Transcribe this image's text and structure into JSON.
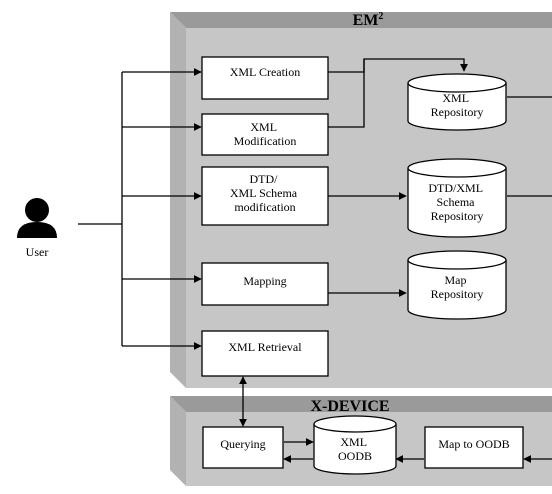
{
  "panels": {
    "em2": {
      "title": "EM",
      "title_sup": "2"
    },
    "xdevice": {
      "title": "X-DEVICE"
    }
  },
  "actor": {
    "label": "User"
  },
  "processes": {
    "xml_creation": [
      "XML Creation"
    ],
    "xml_modification": [
      "XML",
      "Modification"
    ],
    "dtd_modification": [
      "DTD/",
      "XML Schema",
      "modification"
    ],
    "mapping": [
      "Mapping"
    ],
    "xml_retrieval": [
      "XML Retrieval"
    ],
    "querying": [
      "Querying"
    ],
    "map_to_oodb": [
      "Map to OODB"
    ]
  },
  "stores": {
    "xml_repository": [
      "XML",
      "Repository"
    ],
    "dtd_xml_schema_repository": [
      "DTD/XML",
      "Schema",
      "Repository"
    ],
    "map_repository": [
      "Map",
      "Repository"
    ],
    "xml_oodb": [
      "XML",
      "OODB"
    ]
  },
  "colors": {
    "panel_face": "#c6c6c6",
    "panel_top": "#9a9a9a",
    "panel_side": "#b2b2b2",
    "box_fill": "#ffffff",
    "stroke": "#000000"
  }
}
